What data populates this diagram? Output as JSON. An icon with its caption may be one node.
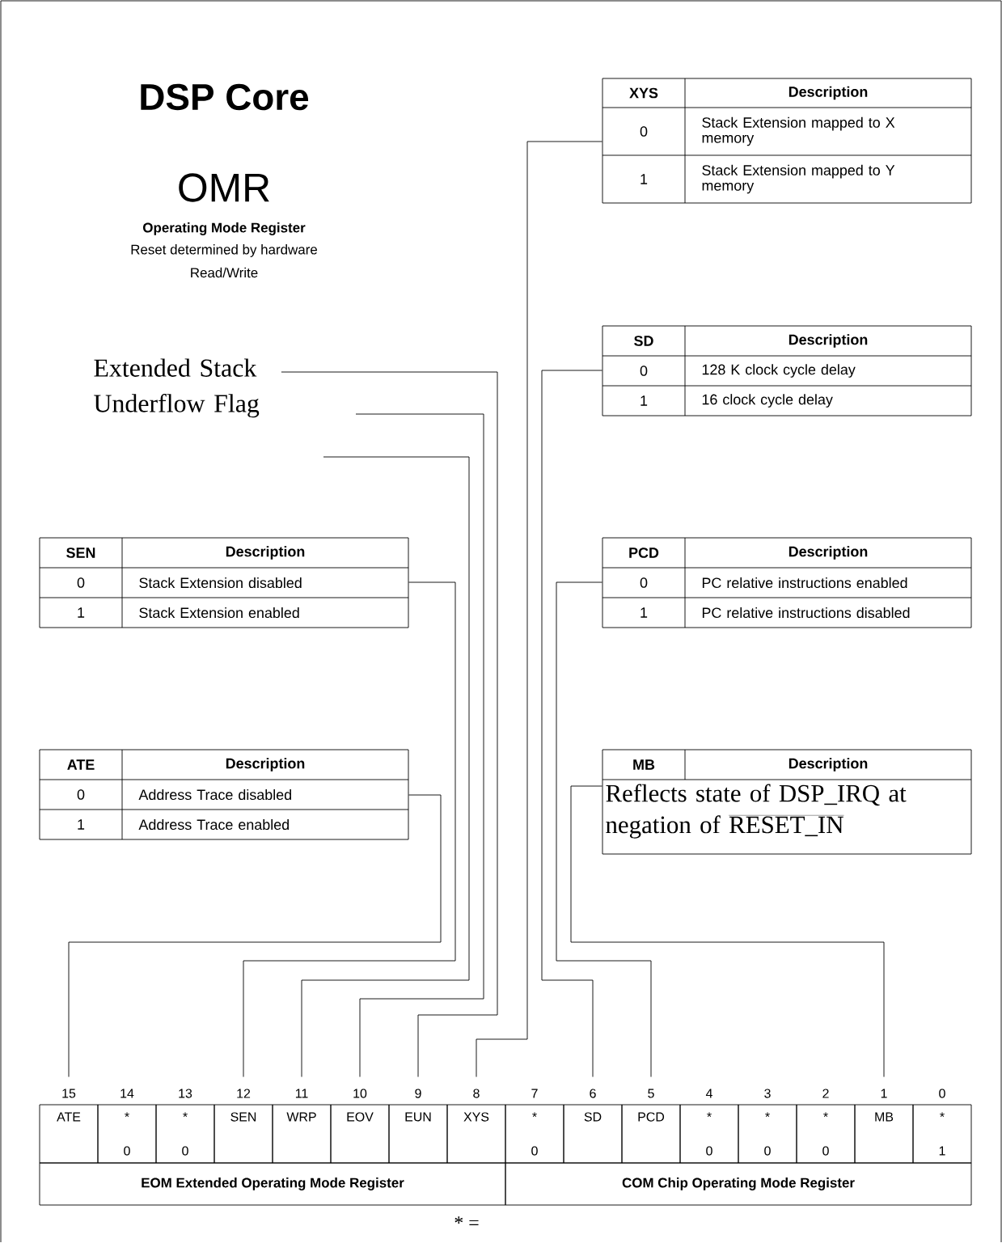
{
  "diagram": {
    "title": "DSP Core",
    "nodes": [
      {
        "text": [
          "XYS",
          "Description",
          "0",
          "Stack Extension mapped to X memory",
          "1",
          "Stack Extension mapped to Y memory"
        ]
      },
      {
        "text": [
          "Extended Stack Underflow Flag"
        ]
      },
      {
        "text": [
          "SD",
          "Description",
          "0",
          "128 K clock cycle delay",
          "1",
          "16 clock cycle delay"
        ]
      },
      {
        "text": [
          "SEN",
          "Description",
          "0",
          "Stack Extension disabled",
          "1",
          "Stack Extension enabled"
        ]
      },
      {
        "text": [
          "PCD",
          "Description",
          "0",
          "PC relative instructions enabled",
          "1",
          "PC relative instructions disabled"
        ]
      },
      {
        "text": [
          "ATE",
          "Description",
          "0",
          "Address Trace disabled",
          "1",
          "Address Trace enabled"
        ]
      },
      {
        "text": [
          "MB",
          "Description",
          "Reflects state of DSP_IRQ at negation of",
          "RESET_IN"
        ]
      },
      {
        "text": [
          "ATE"
        ],
        "beside": [
          "15"
        ]
      },
      {
        "text": [
          "*",
          "0"
        ],
        "beside": [
          "14"
        ]
      },
      {
        "text": [
          "*",
          "0"
        ],
        "beside": [
          "13"
        ]
      },
      {
        "text": [
          "SEN"
        ],
        "beside": [
          "12"
        ]
      },
      {
        "text": [
          "WRP"
        ],
        "beside": [
          "11"
        ]
      },
      {
        "text": [
          "EOV"
        ],
        "beside": [
          "10"
        ]
      },
      {
        "text": [
          "EUN"
        ],
        "beside": [
          "9"
        ]
      },
      {
        "text": [
          "XYS"
        ],
        "beside": [
          "8"
        ]
      },
      {
        "text": [
          "*",
          "0"
        ],
        "beside": [
          "7"
        ]
      },
      {
        "text": [
          "SD"
        ],
        "beside": [
          "6"
        ]
      },
      {
        "text": [
          "PCD"
        ],
        "beside": [
          "5"
        ]
      },
      {
        "text": [
          "*",
          "0"
        ],
        "beside": [
          "4"
        ]
      },
      {
        "text": [
          "*",
          "0"
        ],
        "beside": [
          "3"
        ]
      },
      {
        "text": [
          "*",
          "0"
        ],
        "beside": [
          "2"
        ]
      },
      {
        "text": [
          "MB"
        ],
        "beside": [
          "1"
        ]
      },
      {
        "text": [
          "*",
          "1"
        ],
        "beside": [
          "0"
        ]
      },
      {
        "text": [
          "EOM Extended Operating Mode Register"
        ]
      },
      {
        "text": [
          "COM Chip Operating Mode Register"
        ]
      }
    ],
    "edges": [
      {
        "from": 0,
        "to": 14,
        "arrow": "none"
      },
      {
        "from": 1,
        "to": 13,
        "arrow": "none"
      },
      {
        "from": null,
        "to": 12,
        "arrow": "none"
      },
      {
        "from": null,
        "to": 11,
        "arrow": "none"
      },
      {
        "from": 3,
        "to": 10,
        "arrow": "none"
      },
      {
        "from": 5,
        "to": 7,
        "arrow": "none"
      },
      {
        "from": 2,
        "to": 16,
        "arrow": "none"
      },
      {
        "from": 4,
        "to": 17,
        "arrow": "none"
      },
      {
        "from": 6,
        "to": 21,
        "arrow": "none"
      }
    ],
    "labels": [
      "OMR",
      "Operating Mode Register",
      "Reset determined by hardware",
      "Read/Write",
      "* ="
    ]
  }
}
